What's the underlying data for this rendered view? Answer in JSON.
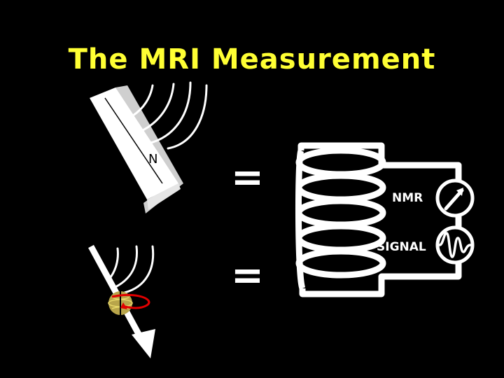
{
  "title": "The MRI Measurement",
  "magnet_pole_label": "N",
  "coil_labels": {
    "nmr": "NMR",
    "signal": "SIGNAL"
  },
  "equals_symbol": "=",
  "colors": {
    "title": "#ffff33",
    "background": "#000000",
    "line": "#ffffff",
    "spin_arrow": "#e00000",
    "proton_sphere": "#b8a54a"
  }
}
